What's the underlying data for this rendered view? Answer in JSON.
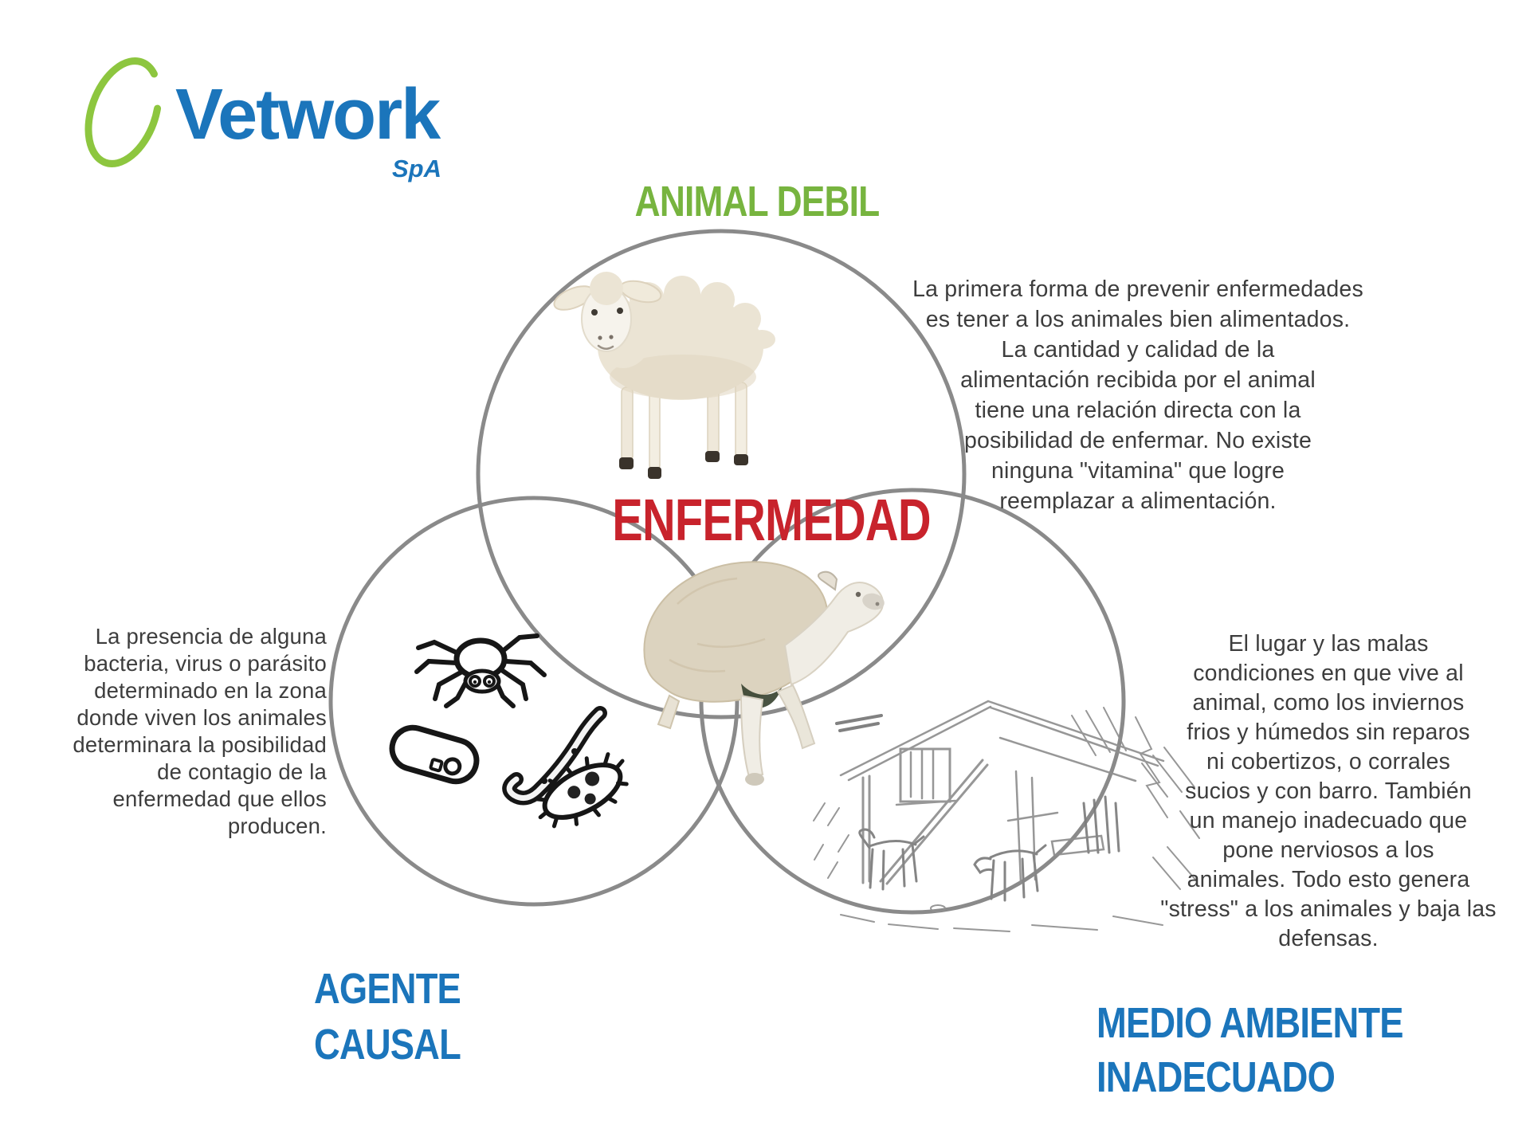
{
  "colors": {
    "brand_blue": "#1b75bb",
    "logo_green": "#8dc63f",
    "title_green": "#77b43f",
    "title_red": "#c8232c",
    "circle_gray": "#8a8a8a",
    "body_text": "#3d3d3d",
    "sketch_gray": "#8f8f8f"
  },
  "logo": {
    "brand": "Vetwork",
    "suffix": "SpA",
    "mark": "green-ellipse-swoosh"
  },
  "venn": {
    "center_label": "ENFERMEDAD",
    "center_illustration": "sick-sheep-photo",
    "sections": [
      {
        "id": "animal-debil",
        "title": "ANIMAL DEBIL",
        "illustration": "lamb-photo",
        "description_lines": [
          "La primera forma de prevenir enfermedades",
          "es tener a los animales bien alimentados.",
          "La cantidad y calidad de la",
          "alimentación recibida por el animal",
          "tiene una relación directa con la",
          "posibilidad de enfermar. No existe",
          "ninguna \"vitamina\" que logre",
          "reemplazar a alimentación."
        ]
      },
      {
        "id": "agente-causal",
        "title": "AGENTE CAUSAL",
        "title_lines": [
          "AGENTE",
          "CAUSAL"
        ],
        "illustration": "parasites-drawing",
        "description_lines": [
          "La presencia de alguna",
          "bacteria, virus o parásito",
          "determinado en la zona",
          "donde viven los animales",
          "determinara la posibilidad",
          "de contagio de la",
          "enfermedad que ellos",
          "producen."
        ]
      },
      {
        "id": "medio-ambiente-inadecuado",
        "title": "MEDIO AMBIENTE INADECUADO",
        "title_lines": [
          "MEDIO AMBIENTE",
          "INADECUADO"
        ],
        "illustration": "barn-corral-sketch",
        "description_lines": [
          "El lugar y las malas",
          "condiciones en que vive al",
          "animal, como los inviernos",
          "frios y húmedos sin reparos",
          "ni cobertizos, o corrales",
          "sucios y con barro. También",
          "un manejo inadecuado que",
          "pone nerviosos a los",
          "animales. Todo esto genera",
          "\"stress\" a los animales y baja las",
          "defensas."
        ]
      }
    ]
  }
}
